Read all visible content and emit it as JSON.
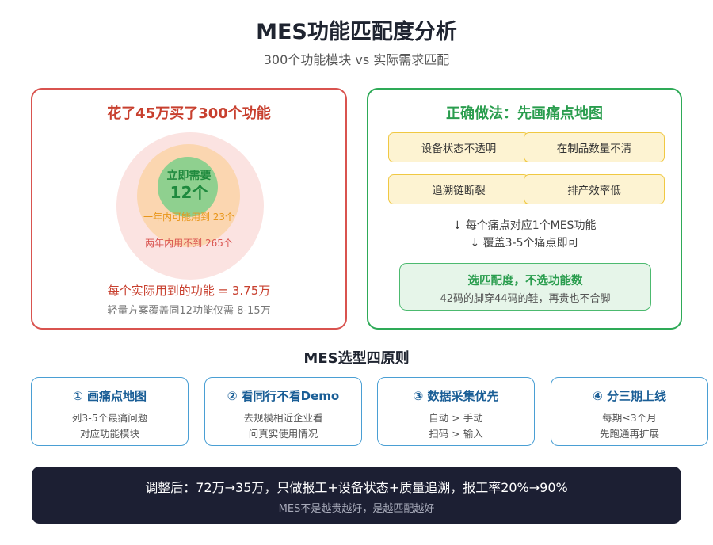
{
  "header": {
    "title": "MES功能匹配度分析",
    "subtitle": "300个功能模块 vs 实际需求匹配"
  },
  "left_panel": {
    "title": "花了45万买了300个功能",
    "circles": {
      "inner_label": "立即需要",
      "inner_value": "12个",
      "middle_label": "一年内可能用到 23个",
      "outer_label": "两年内用不到 265个"
    },
    "cost_line": "每个实际用到的功能 = 3.75万",
    "cost_note": "轻量方案覆盖同12功能仅需 8-15万",
    "colors": {
      "border": "#d9534f",
      "inner": "#8fd08f",
      "middle": "#fbd6b0",
      "outer": "#fbe3e1"
    }
  },
  "right_panel": {
    "title": "正确做法：先画痛点地图",
    "pain_points": [
      "设备状态不透明",
      "在制品数量不清",
      "追溯链断裂",
      "排产效率低"
    ],
    "arrow_lines": [
      "↓ 每个痛点对应1个MES功能",
      "↓ 覆盖3-5个痛点即可"
    ],
    "match_title": "选匹配度，不选功能数",
    "match_sub": "42码的脚穿44码的鞋，再贵也不合脚",
    "colors": {
      "border": "#2eaa57",
      "pain_bg": "#fdf3d2",
      "pain_border": "#f0c842"
    }
  },
  "principles": {
    "title": "MES选型四原则",
    "cards": [
      {
        "title": "① 画痛点地图",
        "line1": "列3-5个最痛问题",
        "line2": "对应功能模块"
      },
      {
        "title": "② 看同行不看Demo",
        "line1": "去规模相近企业看",
        "line2": "问真实使用情况"
      },
      {
        "title": "③ 数据采集优先",
        "line1": "自动 > 手动",
        "line2": "扫码 > 输入"
      },
      {
        "title": "④ 分三期上线",
        "line1": "每期≤3个月",
        "line2": "先跑通再扩展"
      }
    ]
  },
  "bottom_bar": {
    "main": "调整后：72万→35万，只做报工+设备状态+质量追溯，报工率20%→90%",
    "sub": "MES不是越贵越好，是越匹配越好",
    "bg_color": "#1c1f33"
  }
}
